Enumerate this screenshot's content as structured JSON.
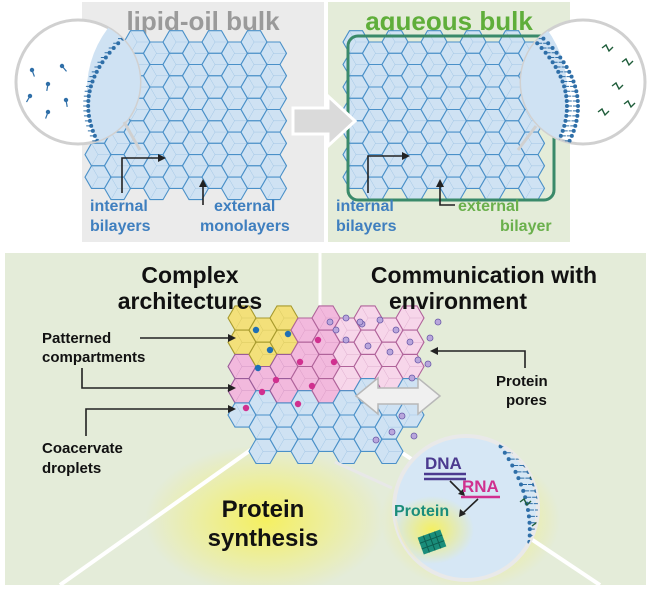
{
  "top": {
    "left_title": "lipid-oil bulk",
    "right_title": "aqueous bulk",
    "left_labels": {
      "internal": [
        "internal",
        "bilayers"
      ],
      "external": [
        "external",
        "monolayers"
      ]
    },
    "right_labels": {
      "internal": [
        "internal",
        "bilayers"
      ],
      "external": [
        "external",
        "bilayer"
      ]
    }
  },
  "bottom": {
    "left_title": [
      "Complex",
      "architectures"
    ],
    "right_title": [
      "Communication with",
      "environment"
    ],
    "patterned": [
      "Patterned",
      "compartments"
    ],
    "coacervate": [
      "Coacervate",
      "droplets"
    ],
    "pores": [
      "Protein",
      "pores"
    ],
    "synthesis": [
      "Protein",
      "synthesis"
    ],
    "inset": {
      "dna": "DNA",
      "rna": "RNA",
      "protein": "Protein"
    }
  },
  "colors": {
    "panel_gray": "#ebebeb",
    "panel_green": "#e4ecd9",
    "droplet_blue": "#cfe2f3",
    "droplet_stroke": "#4a90c8",
    "yellow": "#f3e07a",
    "pink": "#f2b9dd",
    "magenta": "#d0308f",
    "teal": "#1a8d7a"
  }
}
